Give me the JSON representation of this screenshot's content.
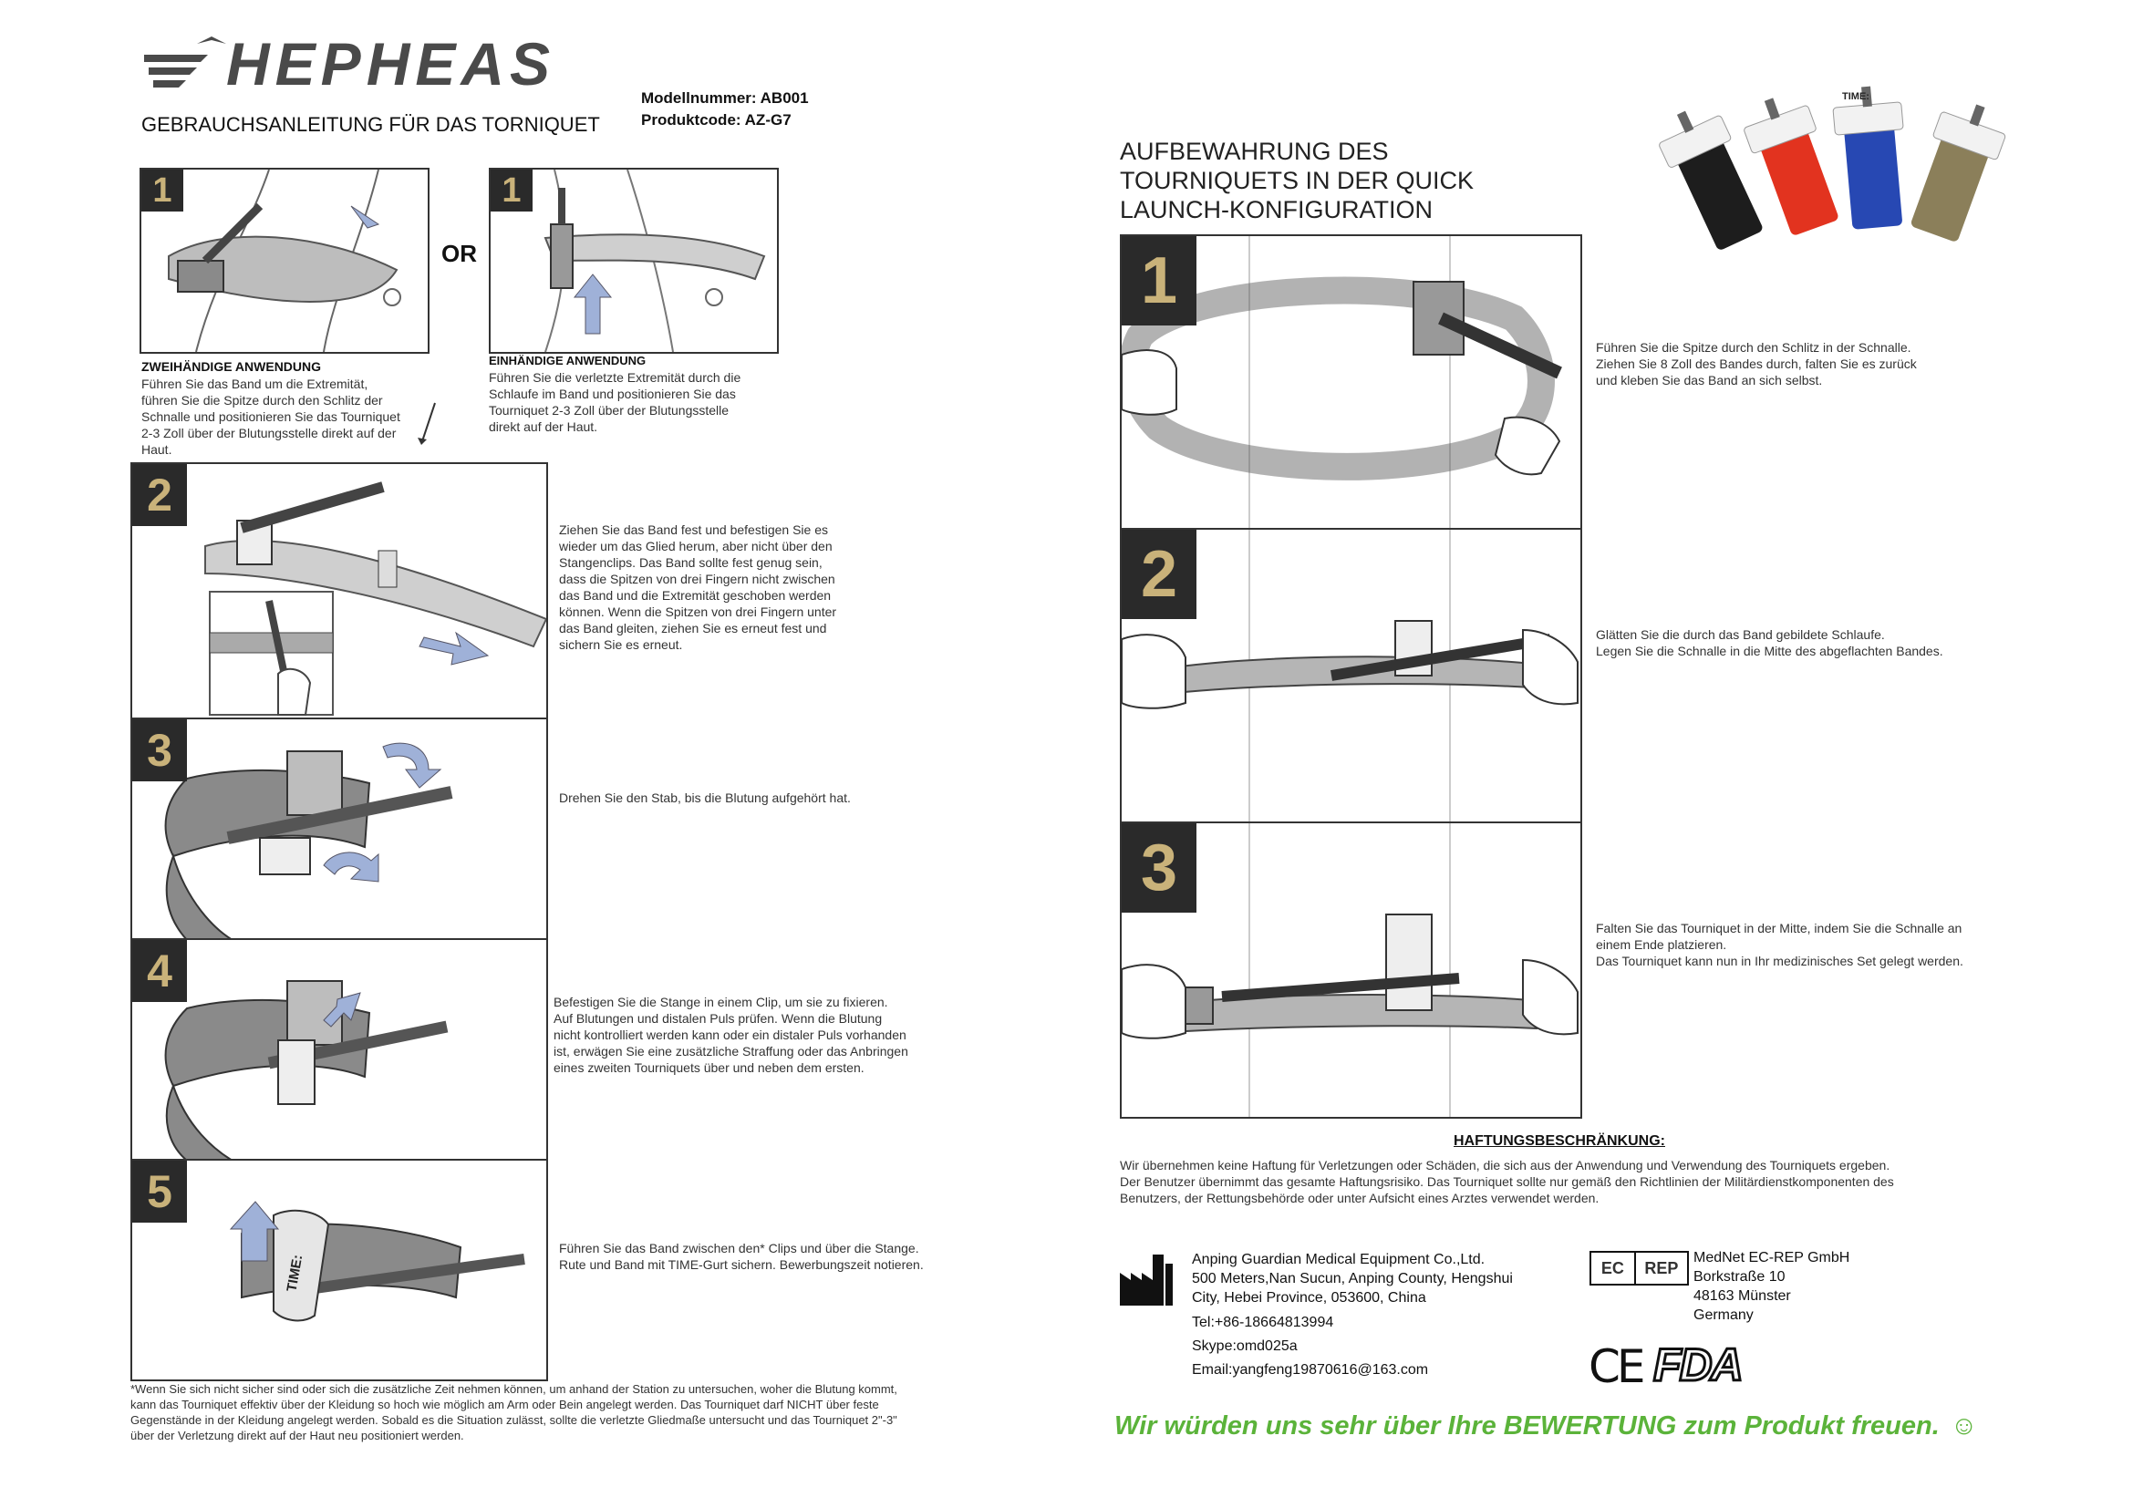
{
  "brand": {
    "name": "HEPHEAS",
    "title": "GEBRAUCHSANLEITUNG FÜR DAS TORNIQUET",
    "model_number": "Modellnummer: AB001",
    "product_code": "Produktcode: AZ-G7"
  },
  "left_steps": {
    "step1a": {
      "number": "1",
      "heading": "ZWEIHÄNDIGE ANWENDUNG",
      "text": "Führen Sie das Band um die Extremität,\nführen Sie die Spitze durch den Schlitz der\nSchnalle und positionieren Sie das Tourniquet\n2-3 Zoll über der Blutungsstelle direkt auf der\nHaut."
    },
    "or_label": "OR",
    "step1b": {
      "number": "1",
      "heading": "EINHÄNDIGE ANWENDUNG",
      "text": "Führen Sie die verletzte Extremität durch die\nSchlaufe im Band und positionieren Sie das\nTourniquet 2-3 Zoll über der Blutungsstelle\ndirekt auf der Haut."
    },
    "step2": {
      "number": "2",
      "text": "Ziehen Sie das Band fest und befestigen Sie es\nwieder um das Glied herum, aber nicht über den\nStangenclips. Das Band sollte fest genug sein,\ndass die Spitzen von drei Fingern nicht zwischen\ndas Band und die Extremität geschoben werden\nkönnen. Wenn die Spitzen von drei Fingern unter\ndas Band gleiten, ziehen Sie es erneut fest und\nsichern Sie es erneut."
    },
    "step3": {
      "number": "3",
      "text": "Drehen Sie den Stab, bis die Blutung aufgehört hat."
    },
    "step4": {
      "number": "4",
      "text": "Befestigen Sie die Stange in einem Clip, um sie zu fixieren.\nAuf Blutungen und distalen Puls prüfen. Wenn die Blutung\nnicht kontrolliert werden kann oder ein distaler Puls vorhanden\nist, erwägen Sie eine zusätzliche Straffung oder das Anbringen\neines zweiten Tourniquets über und neben dem ersten."
    },
    "step5": {
      "number": "5",
      "text": "Führen Sie das Band zwischen den* Clips und über die Stange.\nRute und Band mit TIME-Gurt sichern. Bewerbungszeit notieren.",
      "strap_label": "TIME:"
    },
    "footnote": "*Wenn Sie sich nicht sicher sind oder sich die zusätzliche Zeit nehmen können, um anhand der Station zu untersuchen, woher die Blutung kommt,\nkann das Tourniquet effektiv über der Kleidung so hoch wie möglich am Arm oder Bein angelegt werden. Das Tourniquet darf NICHT über feste\nGegenstände in der Kleidung angelegt werden. Sobald es die Situation zulässt, sollte die verletzte Gliedmaße untersucht und das Tourniquet 2\"-3\"\nüber der Verletzung direkt auf der Haut neu positioniert werden."
  },
  "right": {
    "heading": "AUFBEWAHRUNG DES\nTOURNIQUETS IN DER QUICK\nLAUNCH-KONFIGURATION",
    "product_label": "TIME:",
    "steps": [
      {
        "number": "1",
        "text": "Führen Sie die Spitze durch den Schlitz in der Schnalle.\nZiehen Sie 8 Zoll des Bandes durch, falten Sie es zurück\nund kleben Sie das Band an sich selbst."
      },
      {
        "number": "2",
        "text": "Glätten Sie die durch das Band gebildete Schlaufe.\nLegen Sie die Schnalle in die Mitte des abgeflachten Bandes."
      },
      {
        "number": "3",
        "text": "Falten Sie das Tourniquet in der Mitte, indem Sie die Schnalle an\neinem Ende platzieren.\nDas Tourniquet kann nun in Ihr medizinisches Set gelegt werden."
      }
    ],
    "liability_title": "HAFTUNGSBESCHRÄNKUNG:",
    "liability_text": "Wir übernehmen keine Haftung für Verletzungen oder Schäden, die sich aus der Anwendung und Verwendung des Tourniquets ergeben.\nDer Benutzer übernimmt das gesamte Haftungsrisiko. Das Tourniquet sollte nur gemäß den Richtlinien der Militärdienstkomponenten des\nBenutzers, der Rettungsbehörde oder unter Aufsicht eines Arztes verwendet werden.",
    "manufacturer": "Anping Guardian Medical Equipment Co.,Ltd.\n500 Meters,Nan Sucun, Anping County, Hengshui\nCity, Hebei Province, 053600, China",
    "tel": "Tel:+86-18664813994",
    "skype": "Skype:omd025a",
    "email": "Email:yangfeng19870616@163.com",
    "ec_rep_label_1": "EC",
    "ec_rep_label_2": "REP",
    "ec_rep_text": "MedNet EC-REP GmbH\nBorkstraße 10\n48163 Münster\nGermany",
    "ce_mark": "CE",
    "fda_mark": "FDA",
    "review": "Wir würden uns sehr über Ihre BEWERTUNG zum Produkt freuen.",
    "review_emoji": "☺"
  },
  "colors": {
    "step_badge_bg": "#2a2a2a",
    "step_badge_text": "#c9b27a",
    "arrow_blue": "#9fb1d8",
    "strap_gray": "#8a8a8a",
    "review_green": "#5bb33a"
  }
}
